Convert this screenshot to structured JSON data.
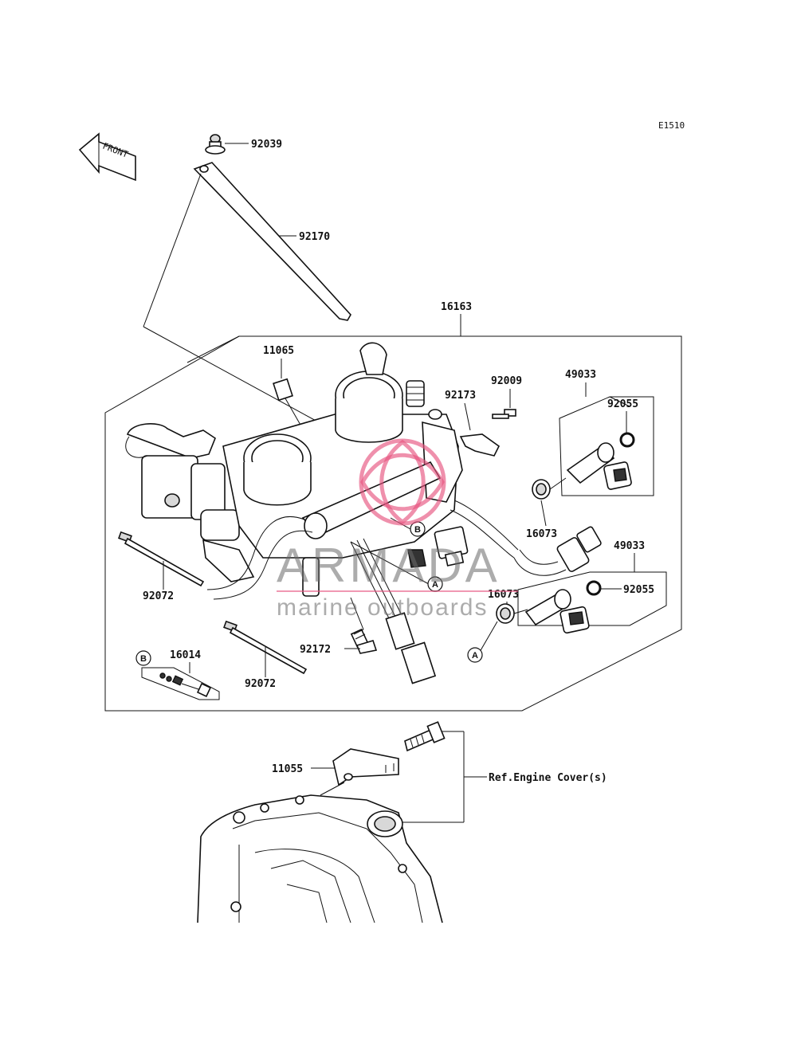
{
  "diagram_code": "E1510",
  "front_label": "FRONT",
  "watermark": {
    "brand": "ARMADA",
    "tagline": "marine outboards",
    "color": "#e75480"
  },
  "parts": {
    "p92039": "92039",
    "p92170": "92170",
    "p16163": "16163",
    "p11065": "11065",
    "p92009": "92009",
    "p92173": "92173",
    "p49033a": "49033",
    "p92055a": "92055",
    "p16073a": "16073",
    "p49033b": "49033",
    "p92055b": "92055",
    "p16073b": "16073",
    "p92072a": "92072",
    "p16014": "16014",
    "p92072b": "92072",
    "p92172": "92172",
    "p11055": "11055"
  },
  "callouts": {
    "A": "A",
    "B": "B"
  },
  "reference": "Ref.Engine Cover(s)"
}
